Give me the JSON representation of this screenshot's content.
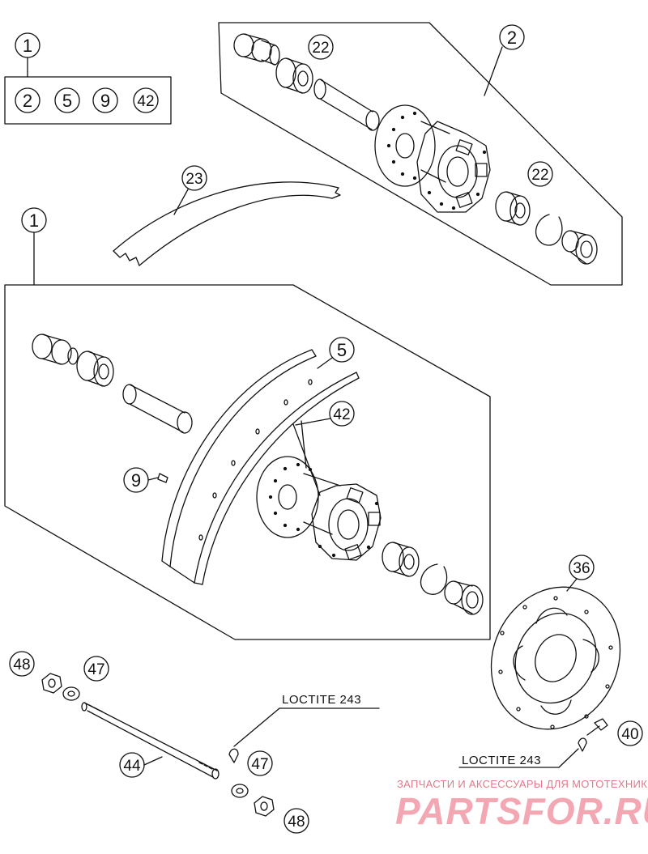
{
  "callouts": {
    "c1_top": "1",
    "c2_kit": "2",
    "c5_kit": "5",
    "c9_kit": "9",
    "c42_kit": "42",
    "c22_a": "22",
    "c2_hub": "2",
    "c22_b": "22",
    "c23": "23",
    "c1_wheel": "1",
    "c5_rim": "5",
    "c42_spoke": "42",
    "c9_nipple": "9",
    "c36": "36",
    "c48_a": "48",
    "c47_a": "47",
    "c44": "44",
    "c47_b": "47",
    "c48_b": "48",
    "c40": "40"
  },
  "notes": {
    "loctite_axle": "LOCTITE 243",
    "loctite_disc": "LOCTITE 243"
  },
  "watermark": {
    "line1": "ЗАПЧАСТИ И АКСЕССУАРЫ ДЛЯ МОТОТЕХНИКИ",
    "line2": "PARTSFOR.RU"
  },
  "colors": {
    "line": "#111111",
    "watermark": "#f3a7b2"
  }
}
